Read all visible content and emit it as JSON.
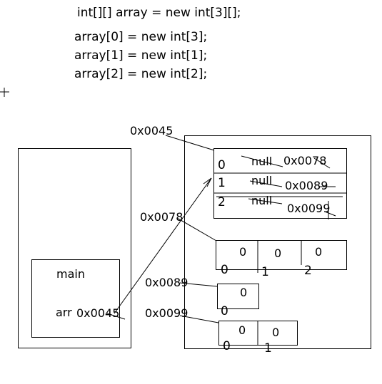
{
  "code": {
    "line1": "int[][] array = new int[3][];",
    "line2": "array[0] = new int[3];",
    "line3": "array[1] = new int[1];",
    "line4": "array[2] = new int[2];"
  },
  "stack": {
    "frame_name": "main",
    "var_name": "arr",
    "var_value": "0x0045"
  },
  "heap": {
    "outer_address": "0x0045",
    "outer_rows": [
      {
        "index": "0",
        "old": "null",
        "new": "0x0078"
      },
      {
        "index": "1",
        "old": "null",
        "new": "0x0089"
      },
      {
        "index": "2",
        "old": "null",
        "new": "0x0099"
      }
    ],
    "array0": {
      "address": "0x0078",
      "values": [
        "0",
        "0",
        "0"
      ],
      "indices": [
        "0",
        "1",
        "2"
      ]
    },
    "array1": {
      "address": "0x0089",
      "values": [
        "0"
      ],
      "indices": [
        "0"
      ]
    },
    "array2": {
      "address": "0x0099",
      "values": [
        "0",
        "0"
      ],
      "indices": [
        "0",
        "1"
      ]
    }
  }
}
